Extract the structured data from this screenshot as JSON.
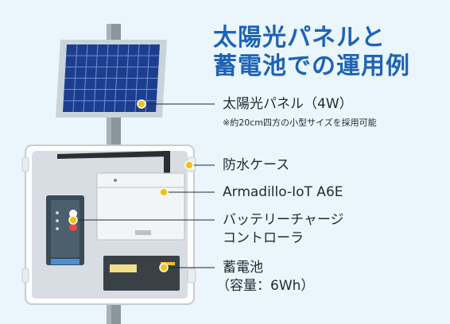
{
  "title": {
    "line1": "太陽光パネルと",
    "line2": "蓄電池での運用例"
  },
  "labels": {
    "solar_panel": "太陽光パネル（4W）",
    "solar_panel_note": "※約20cm四方の小型サイズを採用可能",
    "case": "防水ケース",
    "device": "Armadillo-IoT A6E",
    "controller_line1": "バッテリーチャージ",
    "controller_line2": "コントローラ",
    "battery_line1": "蓄電池",
    "battery_line2": "（容量：6Wh）"
  },
  "colors": {
    "background": "#eaf6fb",
    "title": "#1f63b5",
    "marker": "#f2c21a",
    "panel_cell": "#1d3d8f",
    "text": "#1f2a35"
  }
}
